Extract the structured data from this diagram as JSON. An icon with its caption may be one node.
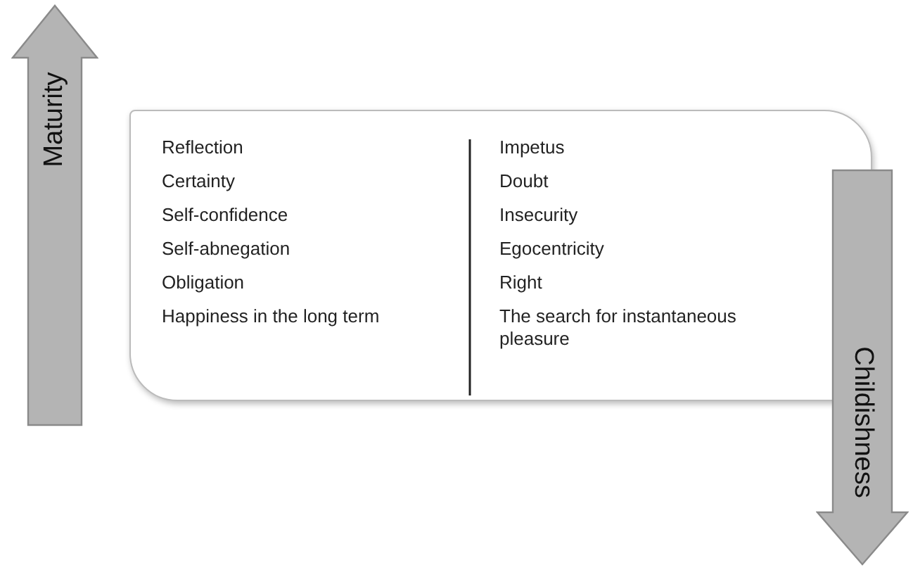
{
  "diagram": {
    "nodes": [
      {
        "text": [
          "Maturity"
        ]
      },
      {
        "text": [
          "Reflection",
          "Certainty",
          "Self-confidence",
          "Self-abnegation",
          "Obligation",
          "Happiness in the long term",
          "Impetus",
          "Doubt",
          "Insecurity",
          "Egocentricity",
          "Right",
          "The search for instantaneous pleasure"
        ]
      },
      {
        "text": [
          "Childishness"
        ]
      }
    ]
  }
}
